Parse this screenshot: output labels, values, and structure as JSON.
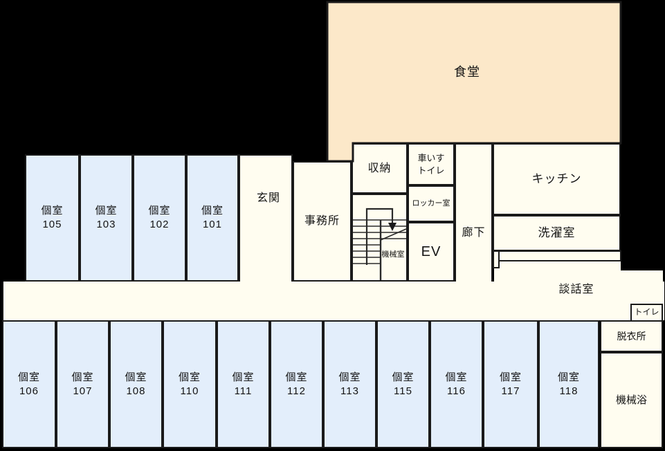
{
  "colors": {
    "background": "#000000",
    "floor_cream": "#FFFDF0",
    "private_room_blue": "#E3EEFB",
    "dining_beige": "#FCE8C9",
    "wall_ink": "#1A1A1A"
  },
  "rooms": {
    "dining": "食堂",
    "entrance": "玄関",
    "office": "事務所",
    "storage": "収納",
    "wheelchair_toilet": "車いす\nトイレ",
    "locker": "ロッカー室",
    "machine_room": "機械室",
    "elevator": "EV",
    "corridor": "廊下",
    "kitchen": "キッチン",
    "laundry": "洗濯室",
    "lounge": "談話室",
    "toilet": "トイレ",
    "changing_room": "脱衣所",
    "mechanical_bath": "機械浴",
    "private_top": [
      "個室\n105",
      "個室\n103",
      "個室\n102",
      "個室\n101"
    ],
    "private_bottom": [
      "個室\n106",
      "個室\n107",
      "個室\n108",
      "個室\n110",
      "個室\n111",
      "個室\n112",
      "個室\n113",
      "個室\n115",
      "個室\n116",
      "個室\n117",
      "個室\n118"
    ]
  }
}
